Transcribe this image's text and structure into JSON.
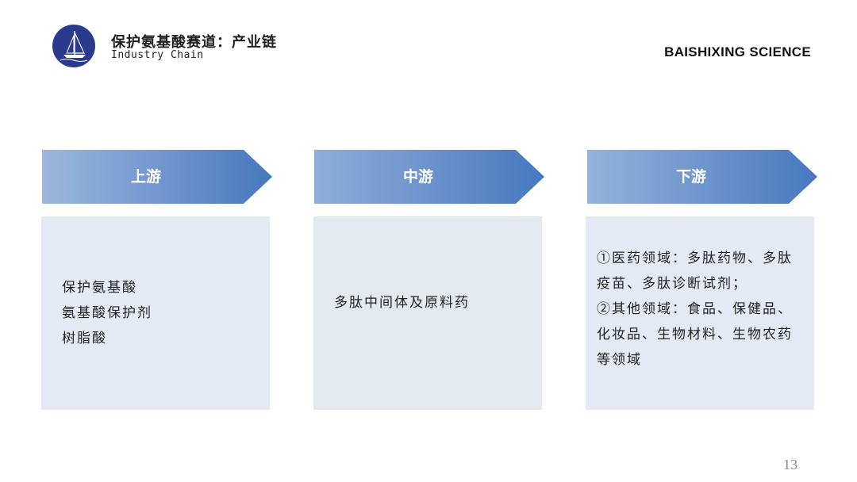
{
  "header": {
    "title_cn": "保护氨基酸赛道：产业链",
    "title_en": "Industry Chain",
    "brand": "BAISHIXING SCIENCE"
  },
  "colors": {
    "arrow_light": "#98b3db",
    "arrow_dark": "#4a7dc1",
    "box_bg": "#e4e9f4"
  },
  "chain": [
    {
      "label": "上游",
      "lines": [
        "保护氨基酸",
        "氨基酸保护剂",
        "树脂酸"
      ]
    },
    {
      "label": "中游",
      "lines": [
        "多肽中间体及原料药"
      ]
    },
    {
      "label": "下游",
      "lines": [
        "①医药领域：多肽药物、多肽疫苗、多肽诊断试剂；",
        "②其他领域：食品、保健品、化妆品、生物材料、生物农药等领域"
      ]
    }
  ],
  "page_number": "13"
}
